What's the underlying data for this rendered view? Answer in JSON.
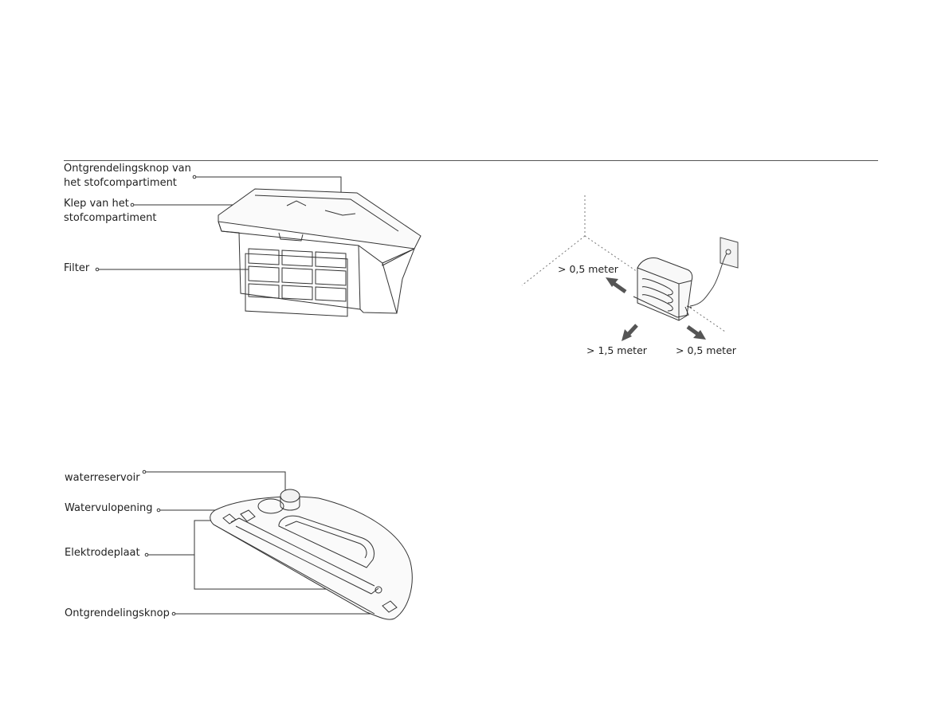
{
  "dustbin": {
    "labels": {
      "release_button": [
        "Ontgrendelingsknop van",
        "het stofcompartiment"
      ],
      "cover": [
        "Klep van het",
        "stofcompartiment"
      ],
      "filter": "Filter"
    }
  },
  "placement": {
    "left": "> 0,5 meter",
    "front": "> 1,5 meter",
    "right": "> 0,5 meter"
  },
  "mop_module": {
    "labels": {
      "water_tank": "waterreservoir",
      "fill_opening": "Watervulopening",
      "electrode_plate": "Elektrodeplaat",
      "release_button": "Ontgrendelingsknop"
    }
  }
}
